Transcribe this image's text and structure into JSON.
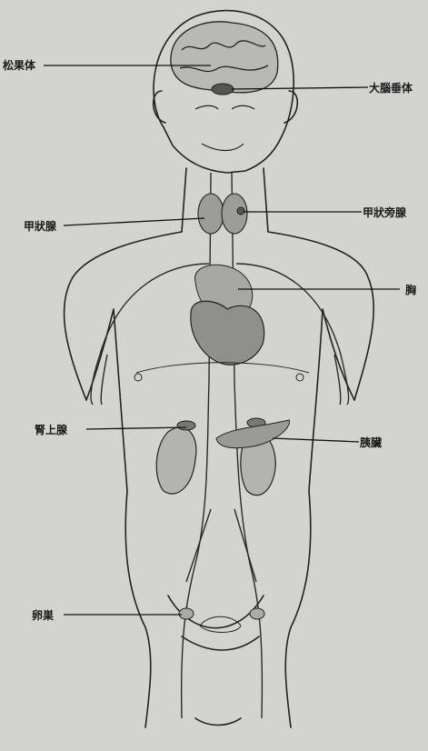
{
  "labels": {
    "pineal": "松果体",
    "pituitary": "大腦垂体",
    "parathyroid": "甲狀旁腺",
    "thyroid": "甲狀腺",
    "thymus": "胸",
    "adrenal": "腎上腺",
    "pancreas": "胰臟",
    "ovary": "卵巣"
  },
  "colors": {
    "paper": "#d3d3cf",
    "ink": "#1f1f1f"
  }
}
